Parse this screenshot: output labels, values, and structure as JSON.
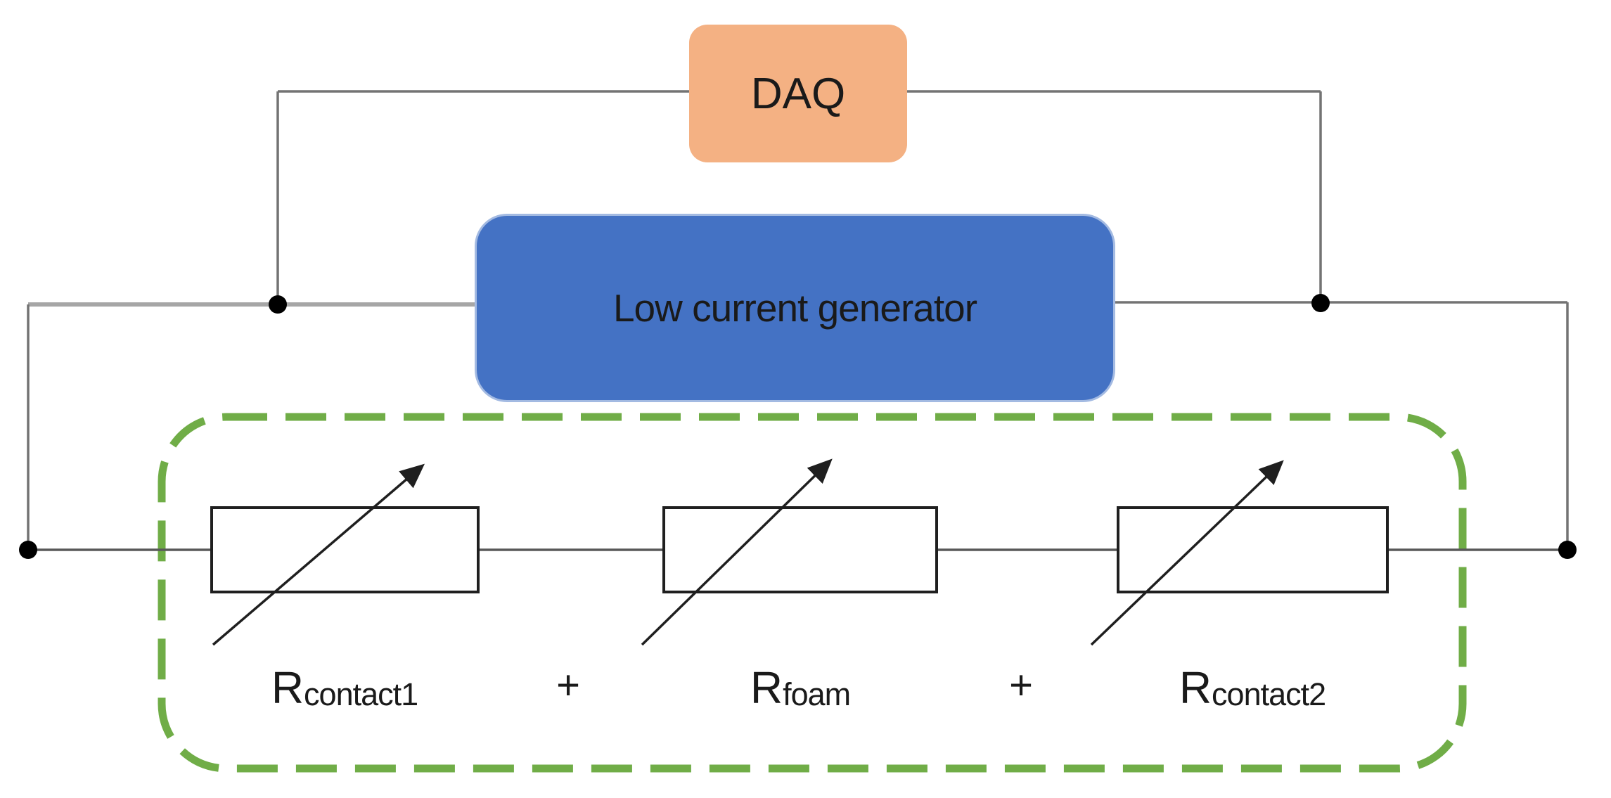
{
  "diagram": {
    "daq": {
      "label": "DAQ"
    },
    "generator": {
      "label": "Low current generator"
    },
    "resistors": [
      {
        "symbol": "R",
        "subscript": "contact1"
      },
      {
        "symbol": "R",
        "subscript": "foam"
      },
      {
        "symbol": "R",
        "subscript": "contact2"
      }
    ],
    "operators": [
      {
        "label": "+"
      },
      {
        "label": "+"
      }
    ]
  },
  "icons": {
    "resistor_arrow": "diagonal-arrow-up-right",
    "junction_dot": "filled-circle"
  },
  "colors": {
    "background": "#ffffff",
    "daq_fill": "#f4b183",
    "generator_fill": "#4472c4",
    "region_stroke": "#70ad47",
    "wire": "#737373",
    "wire_light": "#a6a6a6",
    "wire_dark": "#595959",
    "dot": "#000000",
    "resistor_stroke": "#1f1f1f",
    "text": "#1a1a1a"
  }
}
